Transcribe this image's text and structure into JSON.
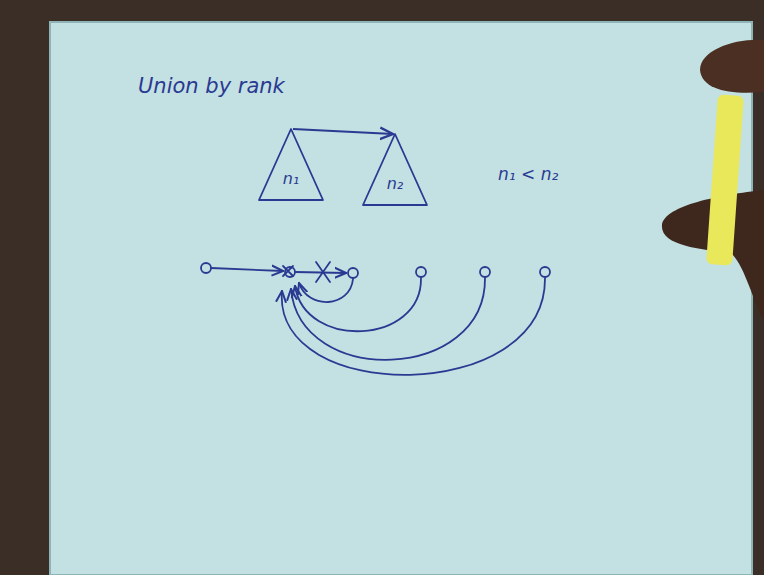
{
  "diagram": {
    "title": "Union by rank",
    "nodes": [
      {
        "text": [
          "n₁"
        ]
      },
      {
        "text": [
          "n₂"
        ]
      }
    ],
    "edges": [
      {
        "from": 0,
        "to": 1,
        "arrow": "to"
      }
    ],
    "labels": [
      "n₁ < n₂"
    ]
  }
}
